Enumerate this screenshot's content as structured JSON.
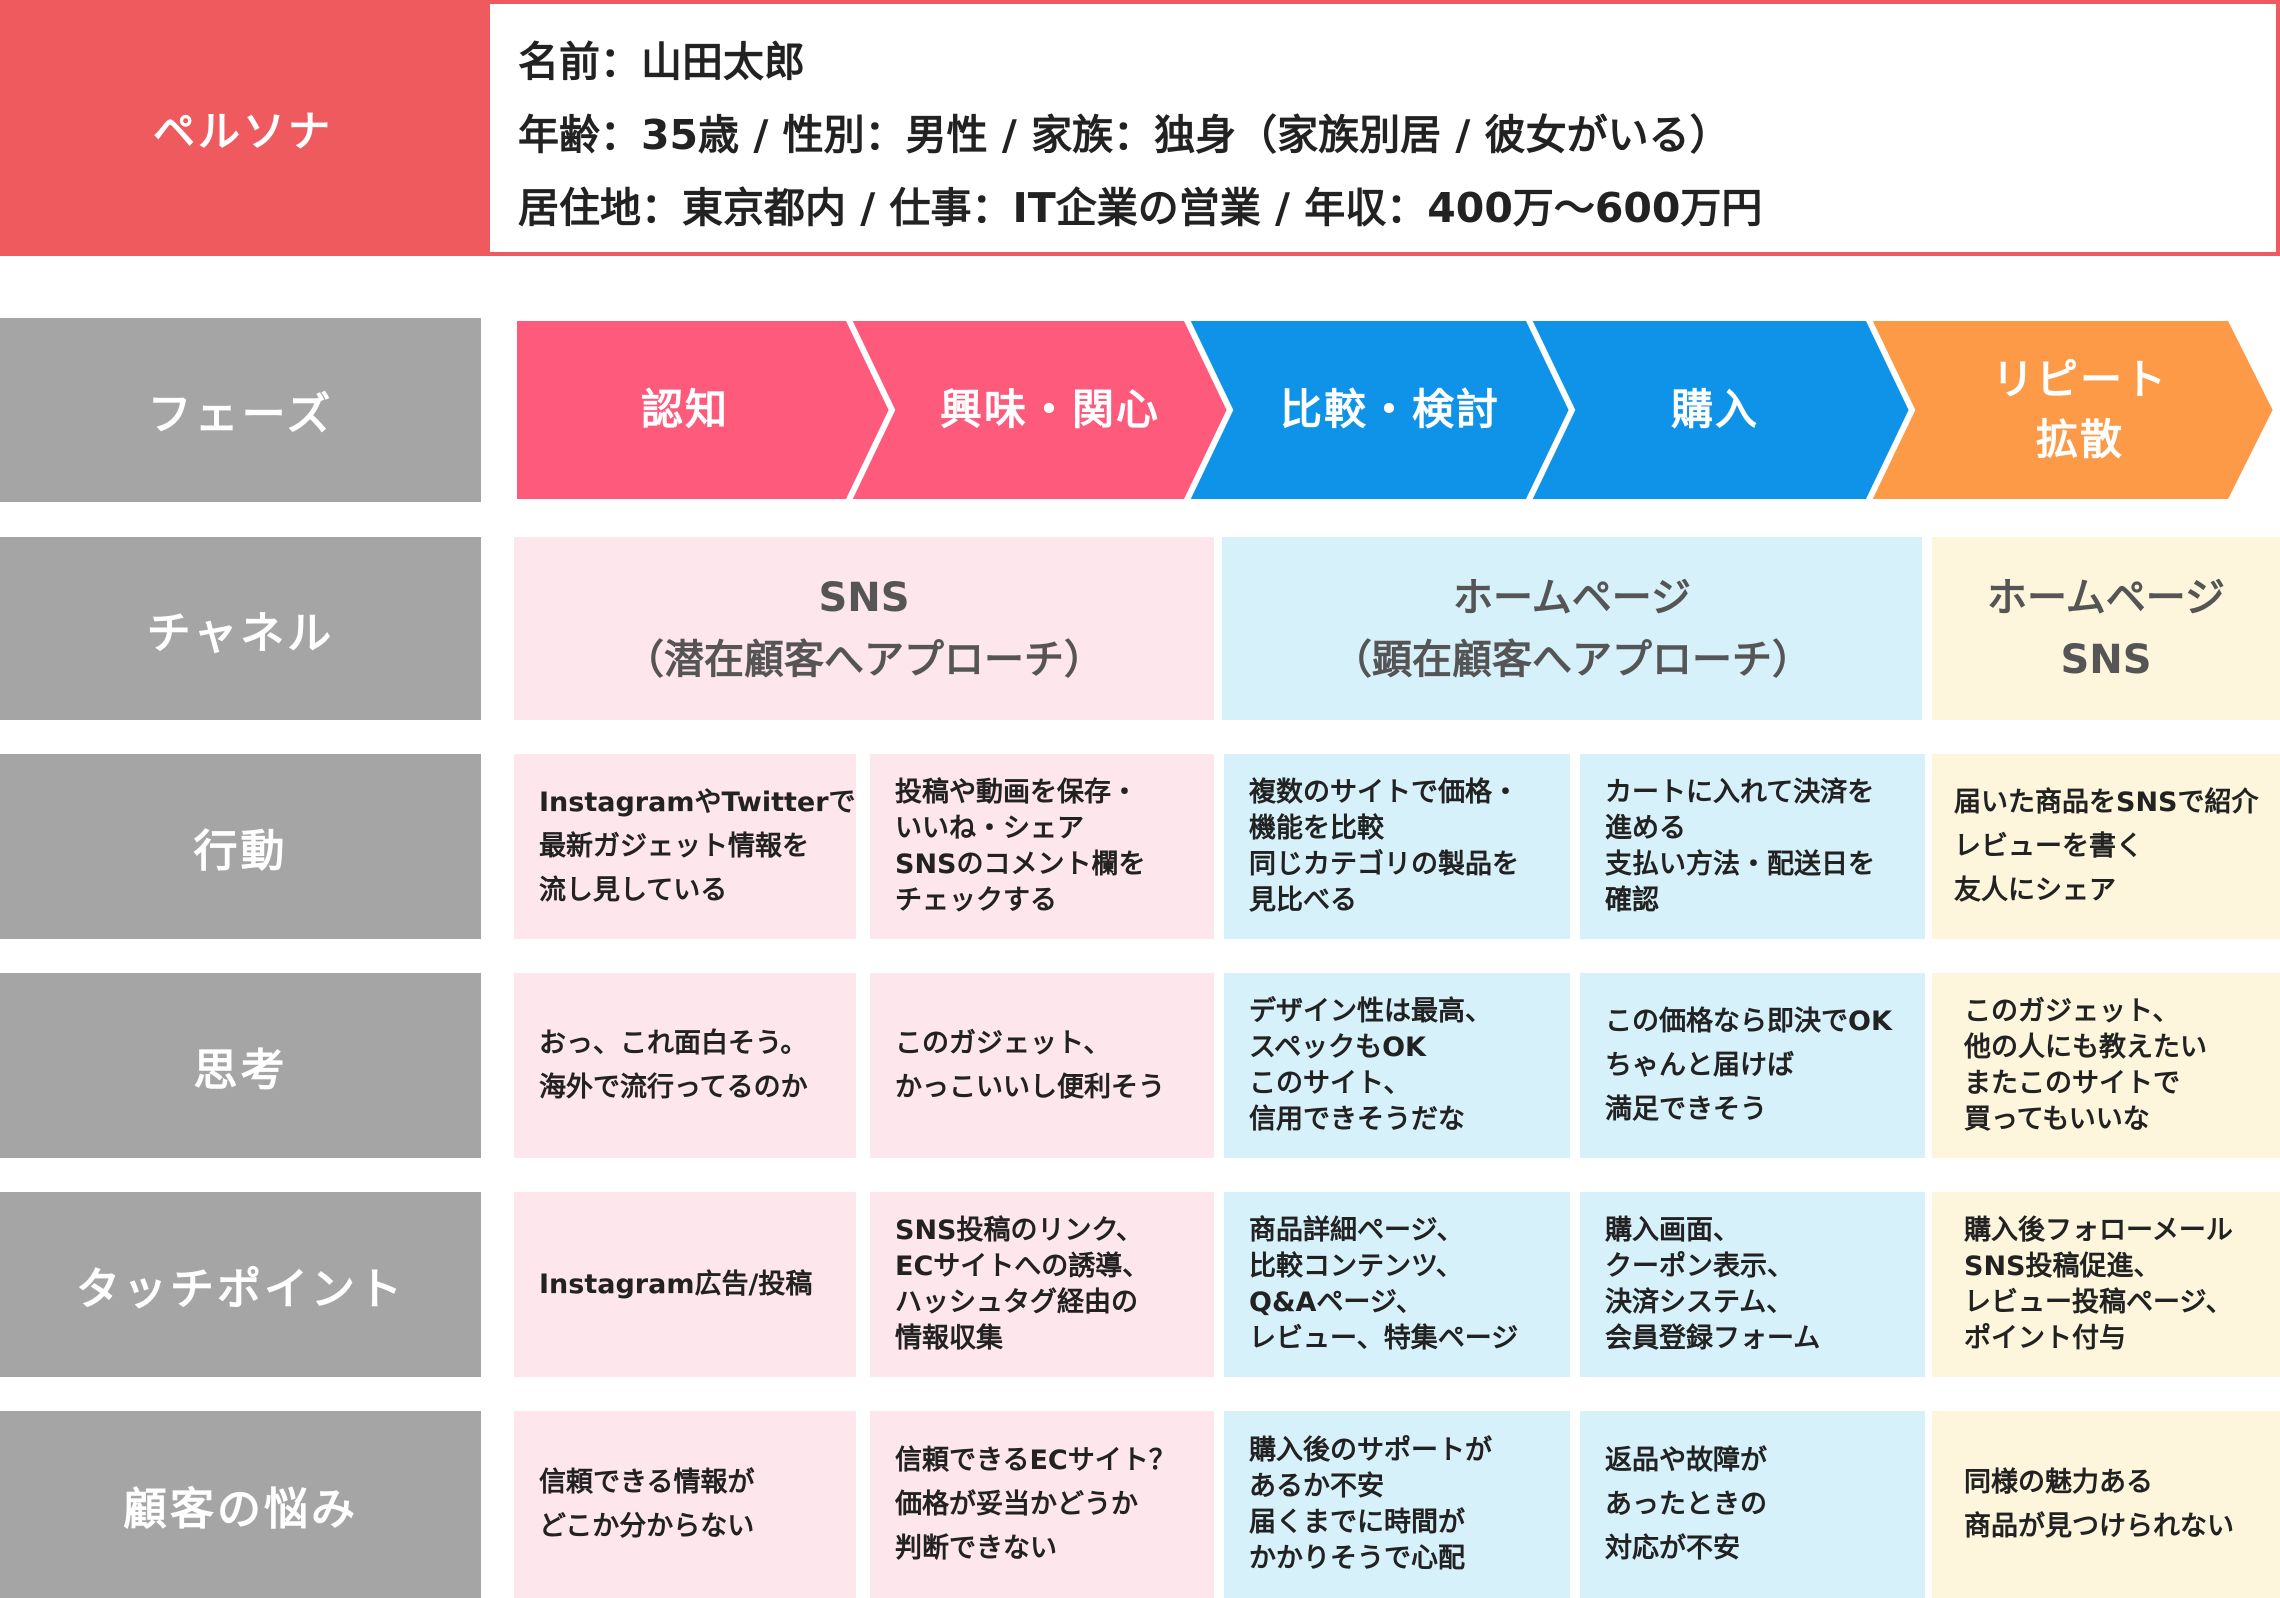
{
  "persona": {
    "label": "ペルソナ",
    "lines": [
      "名前：山田太郎",
      "年齢：35歳 / 性別：男性 / 家族：独身（家族別居 / 彼女がいる）",
      "居住地：東京都内 / 仕事：IT企業の営業 / 年収：400万〜600万円"
    ]
  },
  "rows": {
    "phase": "フェーズ",
    "channel": "チャネル",
    "action": "行動",
    "thought": "思考",
    "touchpoint": "タッチポイント",
    "pain": "顧客の悩み"
  },
  "phases": [
    {
      "lines": [
        "認知"
      ]
    },
    {
      "lines": [
        "興味・関心"
      ]
    },
    {
      "lines": [
        "比較・検討"
      ]
    },
    {
      "lines": [
        "購入"
      ]
    },
    {
      "lines": [
        "リピート",
        "拡散"
      ]
    }
  ],
  "channels": [
    {
      "lines": [
        "SNS",
        "（潜在顧客へアプローチ）"
      ]
    },
    {
      "lines": [
        "ホームページ",
        "（顕在顧客へアプローチ）"
      ]
    },
    {
      "lines": [
        "ホームページ",
        "SNS"
      ]
    }
  ],
  "actions": [
    [
      "InstagramやTwitterで",
      "最新ガジェット情報を",
      "流し見している"
    ],
    [
      "投稿や動画を保存・",
      "いいね・シェア",
      "SNSのコメント欄を",
      "チェックする"
    ],
    [
      "複数のサイトで価格・",
      "機能を比較",
      "同じカテゴリの製品を",
      "見比べる"
    ],
    [
      "カートに入れて決済を",
      "進める",
      "支払い方法・配送日を",
      "確認"
    ],
    [
      "届いた商品をSNSで紹介",
      "レビューを書く",
      "友人にシェア"
    ]
  ],
  "thoughts": [
    [
      "おっ、これ面白そう。",
      "海外で流行ってるのか"
    ],
    [
      "このガジェット、",
      "かっこいいし便利そう"
    ],
    [
      "デザイン性は最高、",
      "スペックもOK",
      "このサイト、",
      "信用できそうだな"
    ],
    [
      "この価格なら即決でOK",
      "ちゃんと届けば",
      "満足できそう"
    ],
    [
      "このガジェット、",
      "他の人にも教えたい",
      "またこのサイトで",
      "買ってもいいな"
    ]
  ],
  "touchpoints": [
    [
      "Instagram広告/投稿"
    ],
    [
      "SNS投稿のリンク、",
      "ECサイトへの誘導、",
      "ハッシュタグ経由の",
      "情報収集"
    ],
    [
      "商品詳細ページ、",
      "比較コンテンツ、",
      "Q&Aページ、",
      "レビュー、特集ページ"
    ],
    [
      "購入画面、",
      "クーポン表示、",
      "決済システム、",
      "会員登録フォーム"
    ],
    [
      "購入後フォローメール",
      "SNS投稿促進、",
      "レビュー投稿ページ、",
      "ポイント付与"
    ]
  ],
  "pains": [
    [
      "信頼できる情報が",
      "どこか分からない"
    ],
    [
      "信頼できるECサイト？",
      "価格が妥当かどうか",
      "判断できない"
    ],
    [
      "購入後のサポートが",
      "あるか不安",
      "届くまでに時間が",
      "かかりそうで心配"
    ],
    [
      "返品や故障が",
      "あったときの",
      "対応が不安"
    ],
    [
      "同様の魅力ある",
      "商品が見つけられない"
    ]
  ],
  "colors": {
    "persona": "#ef5a5f",
    "label": "#a5a5a5",
    "phase_pink": "#fd5a7c",
    "phase_blue": "#0f93e8",
    "phase_orange": "#fd9a48",
    "cell_pink": "#fde6ec",
    "cell_blue": "#d7f1fb",
    "cell_yellow": "#fdf6dc"
  }
}
